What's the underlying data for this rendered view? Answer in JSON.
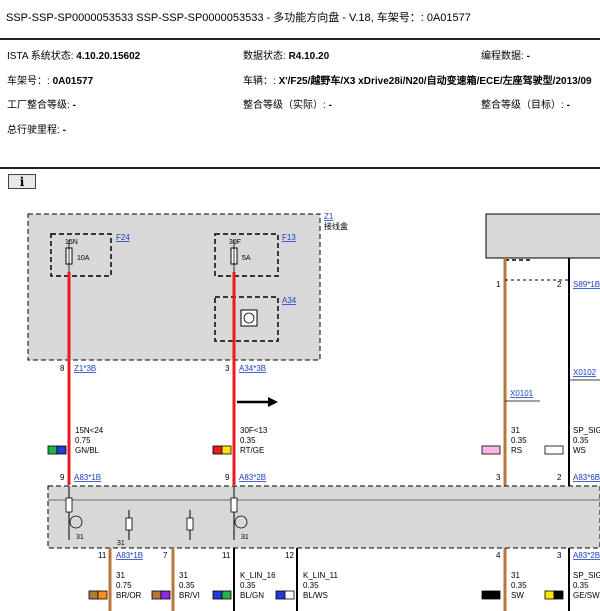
{
  "header": {
    "title": "SSP-SSP-SP0000053533 SSP-SSP-SP0000053533 - 多功能方向盘 - V.18, 车架号：: 0A01577"
  },
  "info": {
    "r1c1_label": "ISTA 系统状态: ",
    "r1c1_value": "4.10.20.15602",
    "r1c2_label": "数据状态: ",
    "r1c2_value": "R4.10.20",
    "r1c3_label": "编程数据: ",
    "r1c3_value": "-",
    "r2c1_label": "车架号：: ",
    "r2c1_value": "0A01577",
    "r2c2_label": "车辆：: ",
    "r2c2_value": "X'/F25/越野车/X3 xDrive28i/N20/自动变速箱/ECE/左座驾驶型/2013/09",
    "r3c1_label": "工厂整合等级: ",
    "r3c1_value": "-",
    "r3c2_label": "整合等级（实际）: ",
    "r3c2_value": "-",
    "r3c3_label": "整合等级（目标）: ",
    "r3c3_value": "-",
    "r4c1_label": "总行驶里程: ",
    "r4c1_value": "-"
  },
  "info_button": {
    "icon": "info-icon",
    "glyph": "i"
  },
  "diagram": {
    "z1_label": "Z1",
    "z1_desc": "接线盒",
    "f24": "F24",
    "f24_pin": "15N",
    "f24_amp": "10A",
    "f13": "F13",
    "f13_pin": "30F",
    "f13_amp": "5A",
    "a34": "A34",
    "conn_z13b": "Z1*3B",
    "conn_a343b": "A34*3B",
    "pin8": "8",
    "pin3a": "3",
    "w1_sig": "15N<24",
    "w1_size": "0.75",
    "w1_color": "GN/BL",
    "w2_sig": "30F<13",
    "w2_size": "0.35",
    "w2_color": "RT/GE",
    "pin9a": "9",
    "conn_a831b": "A83*1B",
    "pin9b": "9",
    "conn_a832b": "A83*2B",
    "gnd1": "31",
    "gnd2": "31",
    "gnd3": "31",
    "pin1r": "1",
    "pin2r": "2",
    "conn_s891b": "S89*1B",
    "conn_x0101": "X0101",
    "conn_x0102": "X0102",
    "w3_sig": "31",
    "w3_size": "0.35",
    "w3_color": "RS",
    "w4_sig": "SP_SIG",
    "w4_size": "0.35",
    "w4_color": "WS",
    "pin3r": "3",
    "pin2r2": "2",
    "conn_a836b": "A83*6B",
    "pin11": "11",
    "conn_a831b_b": "A83*1B",
    "pin7": "7",
    "pin11b": "11",
    "pin12": "12",
    "pin4": "4",
    "pin3b": "3",
    "conn_a832b_b": "A83*2B",
    "b1_sig": "31",
    "b1_size": "0.75",
    "b1_color": "BR/OR",
    "b2_sig": "31",
    "b2_size": "0.35",
    "b2_color": "BR/VI",
    "b3_sig": "K_LIN_16",
    "b3_size": "0.35",
    "b3_color": "BL/GN",
    "b4_sig": "K_LIN_11",
    "b4_size": "0.35",
    "b4_color": "BL/WS",
    "b5_sig": "31",
    "b5_size": "0.35",
    "b5_color": "SW",
    "b6_sig": "SP_SIG",
    "b6_size": "0.35",
    "b6_color": "GE/SW"
  },
  "colors": {
    "red": "#e81c1c",
    "brown": "#b8773a",
    "gray_box": "#d8d8d8",
    "green": "#22b14c",
    "blue": "#1f3fd6",
    "yellow": "#ffe600",
    "pink": "#ffb6e6",
    "orange": "#ff8c1a",
    "violet": "#8a2be2",
    "link": "#1a3fbf"
  }
}
